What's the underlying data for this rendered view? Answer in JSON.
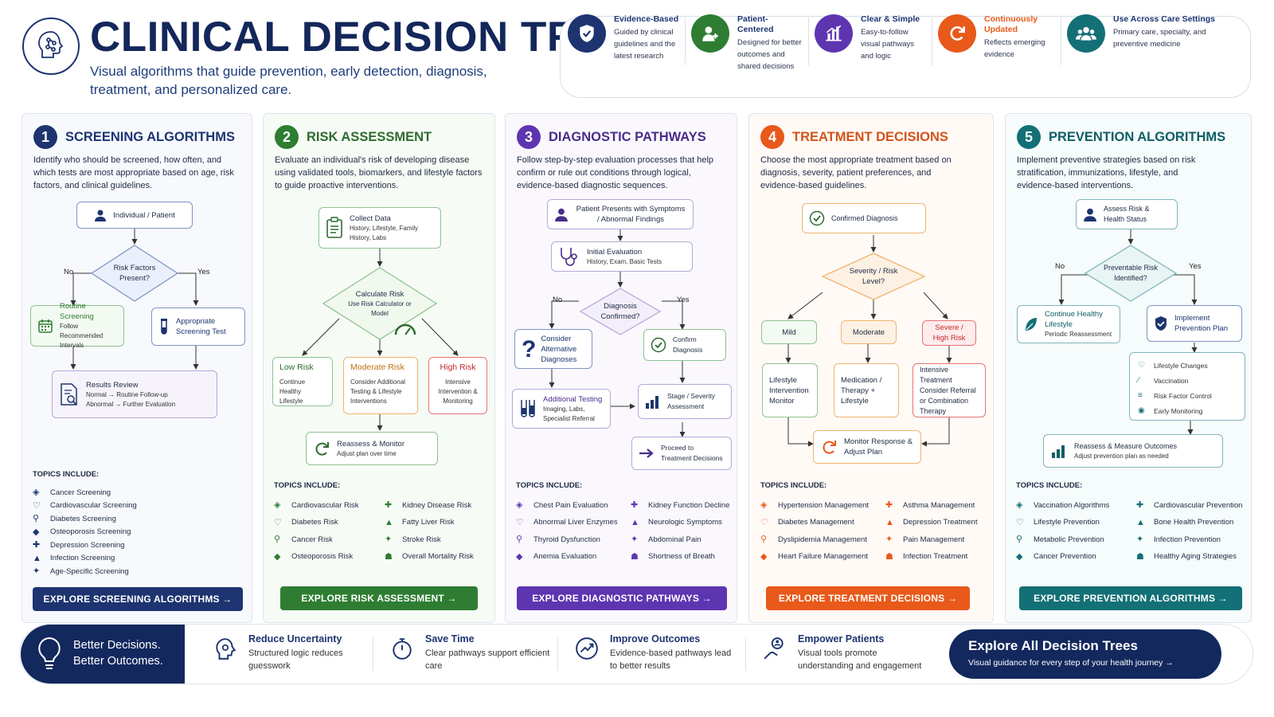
{
  "header": {
    "title": "CLINICAL DECISION TREES",
    "subtitle": "Visual algorithms that guide prevention, early detection, diagnosis, treatment, and personalized care."
  },
  "features": [
    {
      "title": "Evidence-Based",
      "desc": "Guided by clinical guidelines and the latest research",
      "icon": "shield-check-icon",
      "color": "#1d3470",
      "title_color": "#1d3470"
    },
    {
      "title": "Patient-Centered",
      "desc": "Designed for better outcomes and shared decisions",
      "icon": "user-plus-icon",
      "color": "#2e7d32",
      "title_color": "#1d3470"
    },
    {
      "title": "Clear & Simple",
      "desc": "Easy-to-follow visual pathways and logic",
      "icon": "bar-chart-icon",
      "color": "#5e35b1",
      "title_color": "#1d3470"
    },
    {
      "title": "Continuously Updated",
      "desc": "Reflects emerging evidence",
      "icon": "refresh-icon",
      "color": "#e8591a",
      "title_color": "#e8591a"
    },
    {
      "title": "Use Across Care Settings",
      "desc": "Primary care, specialty, and preventive medicine",
      "icon": "group-icon",
      "color": "#137076",
      "title_color": "#1d3470"
    }
  ],
  "columns": [
    {
      "number": "1",
      "title": "SCREENING ALGORITHMS",
      "color": "#1d3470",
      "accent": "#1d3470",
      "desc": "Identify who should be screened, how often, and which tests are most appropriate based on age, risk factors, and clinical guidelines.",
      "topics_heading": "TOPICS INCLUDE:",
      "topics": [
        "Cancer Screening",
        "Cardiovascular Screening",
        "Diabetes Screening",
        "Osteoporosis Screening",
        "Depression Screening",
        "Infection Screening",
        "Age-Specific Screening"
      ],
      "button": "EXPLORE SCREENING ALGORITHMS →",
      "flow": {
        "start": "Individual / Patient",
        "decision": "Risk Factors Present?",
        "no": "No",
        "yes": "Yes",
        "left_title": "Routine Screening",
        "left_sub": "Follow Recommended Intervals",
        "right_title": "Appropriate Screening Test",
        "end_title": "Results Review",
        "end_sub1": "Normal → Routine Follow-up",
        "end_sub2": "Abnormal → Further Evaluation"
      }
    },
    {
      "number": "2",
      "title": "RISK ASSESSMENT",
      "color": "#2e6b2f",
      "accent": "#2e7d32",
      "desc": "Evaluate an individual's risk of developing disease using validated tools, biomarkers, and lifestyle factors to guide proactive interventions.",
      "topics_heading": "TOPICS INCLUDE:",
      "topics": [
        "Cardiovascular Risk",
        "Diabetes Risk",
        "Cancer Risk",
        "Osteoporosis Risk",
        "Kidney Disease Risk",
        "Fatty Liver Risk",
        "Stroke Risk",
        "Overall Mortality Risk"
      ],
      "button": "EXPLORE RISK ASSESSMENT →",
      "flow": {
        "start_title": "Collect Data",
        "start_sub": "History, Lifestyle, Family History, Labs",
        "decision_title": "Calculate Risk",
        "decision_sub": "Use Risk Calculator or Model",
        "low_title": "Low Risk",
        "low_sub": "Continue Healthy Lifestyle",
        "mod_title": "Moderate Risk",
        "mod_sub": "Consider Additional Testing & Lifestyle Interventions",
        "high_title": "High Risk",
        "high_sub": "Intensive Intervention & Monitoring",
        "end_title": "Reassess & Monitor",
        "end_sub": "Adjust plan over time"
      }
    },
    {
      "number": "3",
      "title": "DIAGNOSTIC PATHWAYS",
      "color": "#4a2c8a",
      "accent": "#5e35b1",
      "desc": "Follow step-by-step evaluation processes that help confirm or rule out conditions through logical, evidence-based diagnostic sequences.",
      "topics_heading": "TOPICS INCLUDE:",
      "topics": [
        "Chest Pain Evaluation",
        "Abnormal Liver Enzymes",
        "Thyroid Dysfunction",
        "Anemia Evaluation",
        "Kidney Function Decline",
        "Neurologic Symptoms",
        "Abdominal Pain",
        "Shortness of Breath"
      ],
      "button": "EXPLORE DIAGNOSTIC PATHWAYS →",
      "flow": {
        "start": "Patient Presents with Symptoms / Abnormal Findings",
        "eval_title": "Initial Evaluation",
        "eval_sub": "History, Exam, Basic Tests",
        "decision": "Diagnosis Confirmed?",
        "no": "No",
        "yes": "Yes",
        "alt": "Consider Alternative Diagnoses",
        "confirm": "Confirm Diagnosis",
        "test_title": "Additional Testing",
        "test_sub": "Imaging, Labs, Specialist Referral",
        "stage": "Stage / Severity Assessment",
        "proceed": "Proceed to Treatment Decisions"
      }
    },
    {
      "number": "4",
      "title": "TREATMENT DECISIONS",
      "color": "#d2531a",
      "accent": "#e8591a",
      "desc": "Choose the most appropriate treatment based on diagnosis, severity, patient preferences, and evidence-based guidelines.",
      "topics_heading": "TOPICS INCLUDE:",
      "topics": [
        "Hypertension Management",
        "Diabetes Management",
        "Dyslipidemia Management",
        "Heart Failure Management",
        "Asthma Management",
        "Depression Treatment",
        "Pain Management",
        "Infection Treatment"
      ],
      "button": "EXPLORE TREATMENT DECISIONS →",
      "flow": {
        "start": "Confirmed Diagnosis",
        "decision": "Severity / Risk Level?",
        "mild": "Mild",
        "moderate": "Moderate",
        "severe": "Severe / High Risk",
        "mild_tx": "Lifestyle Intervention Monitor",
        "mod_tx": "Medication / Therapy + Lifestyle",
        "sev_tx": "Intensive Treatment Consider Referral or Combination Therapy",
        "end": "Monitor Response & Adjust Plan"
      }
    },
    {
      "number": "5",
      "title": "PREVENTION ALGORITHMS",
      "color": "#0f5e66",
      "accent": "#137076",
      "desc": "Implement preventive strategies based on risk stratification, immunizations, lifestyle, and evidence-based interventions.",
      "topics_heading": "TOPICS INCLUDE:",
      "topics": [
        "Vaccination Algorithms",
        "Lifestyle Prevention",
        "Metabolic Prevention",
        "Cancer Prevention",
        "Cardiovascular Prevention",
        "Bone Health Prevention",
        "Infection Prevention",
        "Healthy Aging Strategies"
      ],
      "button": "EXPLORE PREVENTION ALGORITHMS →",
      "flow": {
        "start": "Assess Risk & Health Status",
        "decision": "Preventable Risk Identified?",
        "no": "No",
        "yes": "Yes",
        "left_title": "Continue Healthy Lifestyle",
        "left_sub": "Periodic Reassessment",
        "right_title": "Implement Prevention Plan",
        "list": [
          "Lifestyle Changes",
          "Vaccination",
          "Risk Factor Control",
          "Early Monitoring"
        ],
        "end_title": "Reassess & Measure Outcomes",
        "end_sub": "Adjust prevention plan as needed"
      }
    }
  ],
  "footer": {
    "left_line1": "Better Decisions.",
    "left_line2": "Better Outcomes.",
    "items": [
      {
        "title": "Reduce Uncertainty",
        "desc": "Structured logic reduces guesswork",
        "icon": "head-gear-icon"
      },
      {
        "title": "Save Time",
        "desc": "Clear pathways support efficient care",
        "icon": "stopwatch-icon"
      },
      {
        "title": "Improve Outcomes",
        "desc": "Evidence-based pathways lead to better results",
        "icon": "trend-up-icon"
      },
      {
        "title": "Empower Patients",
        "desc": "Visual tools promote understanding and engagement",
        "icon": "hand-person-icon"
      }
    ],
    "cta_title": "Explore All Decision Trees",
    "cta_sub": "Visual guidance for every step of your health journey →"
  }
}
